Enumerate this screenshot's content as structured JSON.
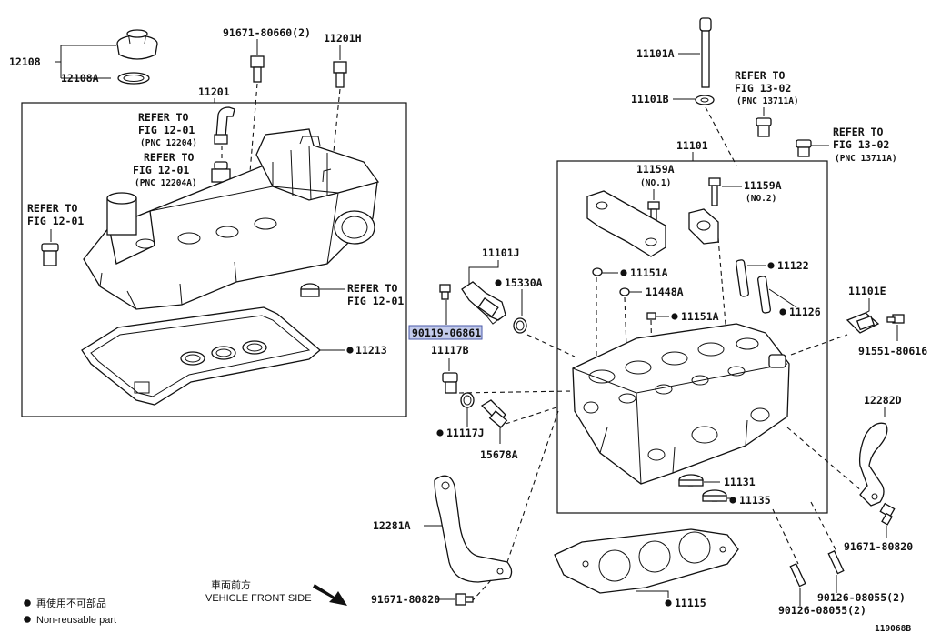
{
  "labels": {
    "p12108": "12108",
    "p12108a": "12108A",
    "p91671_80660": "91671-80660(2)",
    "p11201h": "11201H",
    "p11201": "11201",
    "ref_fig1201_a": [
      "REFER TO",
      "FIG 12-01",
      "(PNC 12204)"
    ],
    "ref_fig1201_b": [
      "REFER TO",
      "FIG 12-01",
      "(PNC 12204A)"
    ],
    "ref_fig1201_c": [
      "REFER TO",
      "FIG 12-01"
    ],
    "ref_fig1201_d": [
      "REFER TO",
      "FIG 12-01"
    ],
    "p11213": "11213",
    "p11101j": "11101J",
    "p15330a": "15330A",
    "p90119_06861": "90119-06861",
    "p11117b": "11117B",
    "p11117j": "11117J",
    "p15678a": "15678A",
    "p11101a": "11101A",
    "p11101b": "11101B",
    "ref_fig1302_a": [
      "REFER TO",
      "FIG 13-02",
      "(PNC 13711A)"
    ],
    "ref_fig1302_b": [
      "REFER TO",
      "FIG 13-02",
      "(PNC 13711A)"
    ],
    "p11101": "11101",
    "p11159a_1": "11159A",
    "no1": "(NO.1)",
    "p11159a_2": "11159A",
    "no2": "(NO.2)",
    "p11151a_1": "11151A",
    "p11448a": "11448A",
    "p11151a_2": "11151A",
    "p11122": "11122",
    "p11126": "11126",
    "p11101e": "11101E",
    "p91551_80616": "91551-80616",
    "p12282d": "12282D",
    "p11131": "11131",
    "p11135": "11135",
    "p12281a": "12281A",
    "p91671_80820_l": "91671-80820",
    "p91671_80820_r": "91671-80820",
    "p11115": "11115",
    "p90126_08055_a": "90126-08055(2)",
    "p90126_08055_b": "90126-08055(2)",
    "front_jp": "車両前方",
    "front_en": "VEHICLE FRONT SIDE",
    "figure_id": "119068B"
  },
  "legend": {
    "jp": "再使用不可部品",
    "en": "Non-reusable part"
  },
  "colors": {
    "highlight_fill": "#c3cbeb",
    "highlight_stroke": "#4a5aa8"
  }
}
